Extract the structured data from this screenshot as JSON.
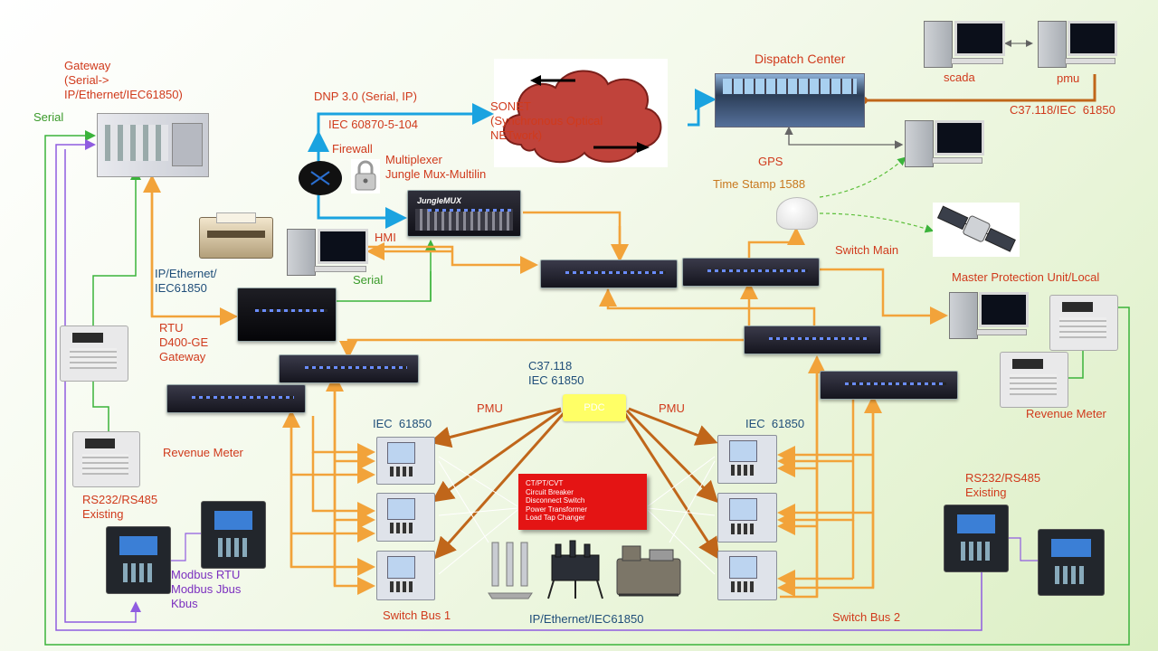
{
  "labels": {
    "gateway": "Gateway\n(Serial->\nIP/Ethernet/IEC61850)",
    "serial_left": "Serial",
    "dnp": "DNP 3.0 (Serial, IP)",
    "iec60870": "IEC 60870-5-104",
    "sonet": "SONET\n(Synchronous Optical\nNETwork)",
    "firewall": "Firewall",
    "multiplexer": "Multiplexer\nJungle Mux-Multilin",
    "dispatch_center": "Dispatch Center",
    "scada": "scada",
    "pmu_top": "pmu",
    "c37_iec": "C37.118/IEC  61850",
    "gps": "GPS",
    "time_stamp": "Time Stamp 1588",
    "hmi": "HMI",
    "serial_mid": "Serial",
    "switch_main": "Switch Main",
    "master_protection": "Master Protection Unit/Local",
    "ip_eth_left": "IP/Ethernet/\nIEC61850",
    "rtu": "RTU\nD400-GE\nGateway",
    "c37_118": "C37.118\nIEC 61850",
    "pmu_left": "PMU",
    "pmu_right": "PMU",
    "iec61850_left": "IEC  61850",
    "iec61850_right": "IEC  61850",
    "revenue_meter_left": "Revenue Meter",
    "revenue_meter_right": "Revenue Meter",
    "rs232_left": "RS232/RS485\nExisting",
    "rs232_right": "RS232/RS485\nExisting",
    "modbus": "Modbus RTU\nModbus Jbus\nKbus",
    "switch_bus_1": "Switch Bus 1",
    "switch_bus_2": "Switch Bus 2",
    "ip_eth_bottom": "IP/Ethernet/IEC61850"
  },
  "pdc_label": "PDC",
  "equipment_box": "CT/PT/CVT\nCircuit Breaker\nDisconnect Switch\nPower Transformer\nLoad Tap Changer",
  "colors": {
    "orange": "#f2a33a",
    "brown": "#c0661a",
    "blue": "#1aa3e0",
    "green": "#3bb33b",
    "purple": "#8f5ce0",
    "red_label": "#d03a1c"
  }
}
